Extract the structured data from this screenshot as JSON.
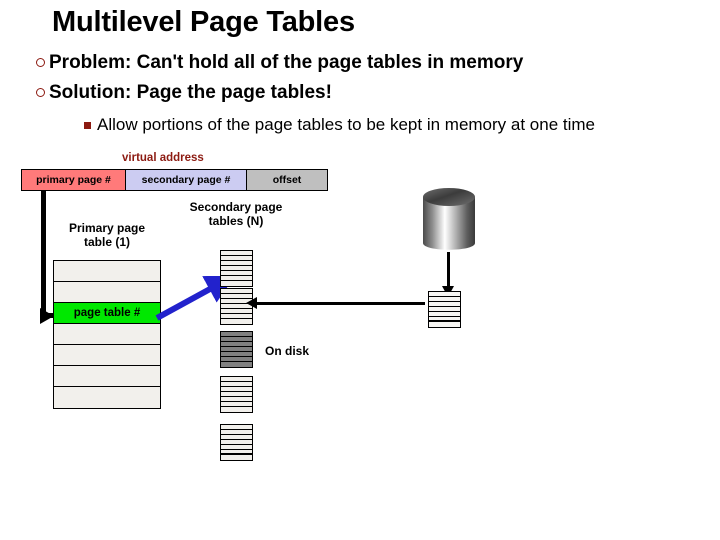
{
  "slide": {
    "title": "Multilevel Page Tables",
    "bullets": [
      {
        "marker": "ring",
        "text": "Problem: Can't hold all of the page tables in memory"
      },
      {
        "marker": "ring",
        "text": "Solution: Page the page tables!"
      }
    ],
    "subbullet": {
      "marker": "square",
      "text": "Allow portions of the page tables to be kept in memory at one time"
    }
  },
  "diagram": {
    "virtual_address": {
      "label": "virtual address",
      "label_color": "#8c1a11",
      "fields": [
        {
          "label": "primary page #",
          "color": "#ff7a7a"
        },
        {
          "label": "secondary page #",
          "color": "#ccccf2"
        },
        {
          "label": "offset",
          "color": "#bfbfbf"
        }
      ]
    },
    "primary_table": {
      "label_line1": "Primary page",
      "label_line2": "table (1)",
      "rows": [
        "",
        "",
        "page table #",
        "",
        "",
        "",
        ""
      ],
      "highlight_index": 2,
      "highlight_color": "#00e800",
      "row_color": "#f2f0ec"
    },
    "secondary_tables": {
      "label_line1": "Secondary page",
      "label_line2": "tables (N)",
      "count": 5,
      "rows_per_block": 7,
      "on_disk_index": 2,
      "on_disk_color": "#808080",
      "in_memory_color": "#f2f0ec"
    },
    "disk": {
      "icon": "disk-cylinder-icon",
      "caption": "On disk",
      "block_rows": 7
    },
    "arrows": [
      {
        "name": "primary-page-index-arrow",
        "color": "#000000"
      },
      {
        "name": "page-table-pointer-arrow",
        "color": "#2222cc"
      },
      {
        "name": "disk-load-arrow",
        "color": "#000000"
      },
      {
        "name": "disk-to-memory-arrow",
        "color": "#000000"
      }
    ]
  }
}
